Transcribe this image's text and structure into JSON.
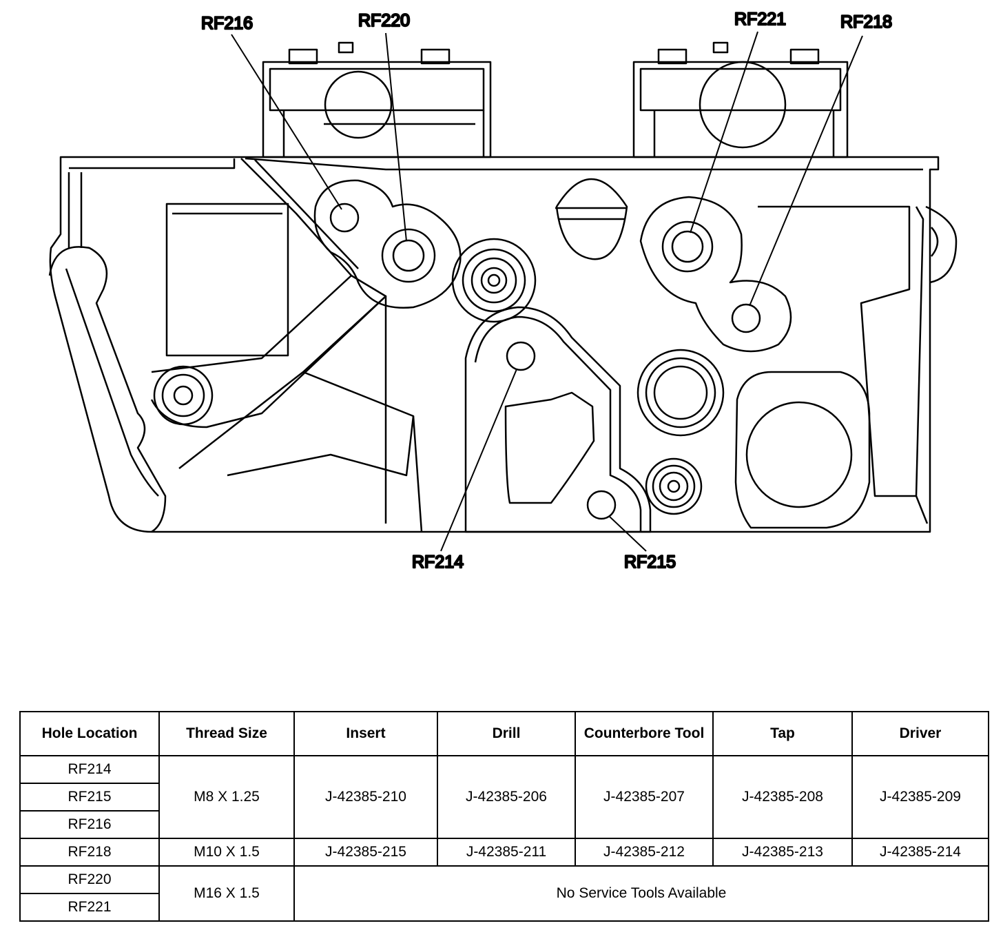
{
  "diagram": {
    "callouts": [
      "RF216",
      "RF220",
      "RF221",
      "RF218",
      "RF214",
      "RF215"
    ]
  },
  "table": {
    "headers": [
      "Hole Location",
      "Thread Size",
      "Insert",
      "Drill",
      "Counterbore Tool",
      "Tap",
      "Driver"
    ],
    "locations": [
      "RF214",
      "RF215",
      "RF216",
      "RF218",
      "RF220",
      "RF221"
    ],
    "groups": [
      {
        "thread": "M8 X 1.25",
        "insert": "J-42385-210",
        "drill": "J-42385-206",
        "counterbore": "J-42385-207",
        "tap": "J-42385-208",
        "driver": "J-42385-209"
      },
      {
        "thread": "M10 X 1.5",
        "insert": "J-42385-215",
        "drill": "J-42385-211",
        "counterbore": "J-42385-212",
        "tap": "J-42385-213",
        "driver": "J-42385-214"
      },
      {
        "thread": "M16 X 1.5",
        "note": "No Service Tools Available"
      }
    ]
  }
}
